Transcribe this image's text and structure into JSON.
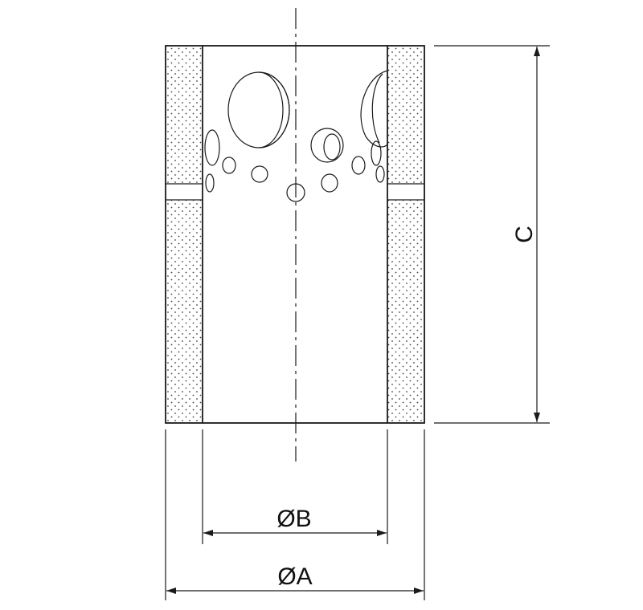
{
  "diagram": {
    "type": "technical-section-drawing",
    "dimensions": {
      "outer_diameter": {
        "label": "ØA"
      },
      "inner_diameter": {
        "label": "ØB"
      },
      "length": {
        "label": "C"
      }
    },
    "colors": {
      "line": "#1a1a1a",
      "hatch_dot": "#444444",
      "background": "#ffffff"
    }
  }
}
